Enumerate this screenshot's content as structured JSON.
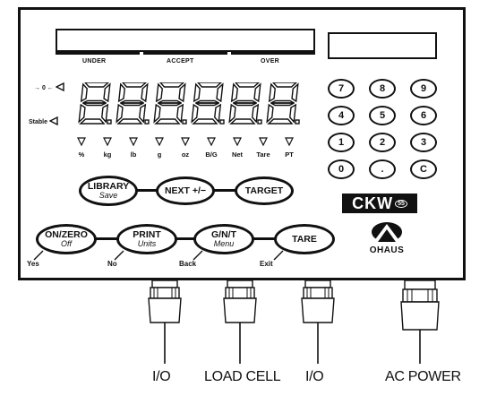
{
  "indicator": {
    "zones": [
      "UNDER",
      "ACCEPT",
      "OVER"
    ],
    "left_labels": {
      "zero": "→ 0 ←",
      "stable": "Stable"
    },
    "units": [
      "%",
      "kg",
      "lb",
      "g",
      "oz",
      "B/G",
      "Net",
      "Tare",
      "PT"
    ]
  },
  "keypad": {
    "keys": [
      "7",
      "8",
      "9",
      "4",
      "5",
      "6",
      "1",
      "2",
      "3",
      "0",
      ".",
      "C"
    ]
  },
  "buttons_row1": [
    {
      "main": "LIBRARY",
      "sub": "Save"
    },
    {
      "main": "NEXT +/−",
      "sub": ""
    },
    {
      "main": "TARGET",
      "sub": ""
    }
  ],
  "buttons_row2": [
    {
      "main": "ON/ZERO",
      "sub": "Off",
      "secondary": "Yes"
    },
    {
      "main": "PRINT",
      "sub": "Units",
      "secondary": "No"
    },
    {
      "main": "G/N/T",
      "sub": "Menu",
      "secondary": "Back"
    },
    {
      "main": "TARE",
      "sub": "",
      "secondary": "Exit"
    }
  ],
  "branding": {
    "model": "CKW",
    "model_sup": "55",
    "company": "OHAUS"
  },
  "ports": [
    "I/O",
    "LOAD CELL",
    "I/O",
    "AC POWER"
  ]
}
